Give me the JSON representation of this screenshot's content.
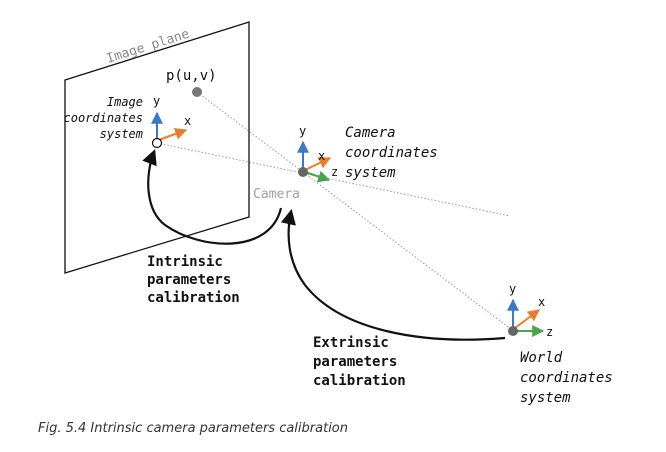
{
  "diagram": {
    "image_plane_label": "Image plane",
    "point_label": "p(u,v)",
    "image_cs": {
      "label_lines": [
        "Image",
        "coordinates",
        "system"
      ],
      "x": "x",
      "y": "y"
    },
    "camera_cs": {
      "label_lines": [
        "Camera",
        "coordinates",
        "system"
      ],
      "x": "x",
      "y": "y",
      "z": "z"
    },
    "camera_label": "Camera",
    "world_cs": {
      "label_lines": [
        "World",
        "coordinates",
        "system"
      ],
      "x": "x",
      "y": "y",
      "z": "z"
    },
    "intrinsic_label_lines": [
      "Intrinsic",
      "parameters",
      "calibration"
    ],
    "extrinsic_label_lines": [
      "Extrinsic",
      "parameters",
      "calibration"
    ]
  },
  "caption": "Fig. 5.4 Intrinsic camera parameters calibration",
  "colors": {
    "axis_x": "#e87d2a",
    "axis_y": "#3a78c9",
    "axis_z": "#4aa24a",
    "plane": "#111111",
    "point": "#777777",
    "dotted_line": "#888888",
    "camera_label": "#a0a0a0"
  }
}
